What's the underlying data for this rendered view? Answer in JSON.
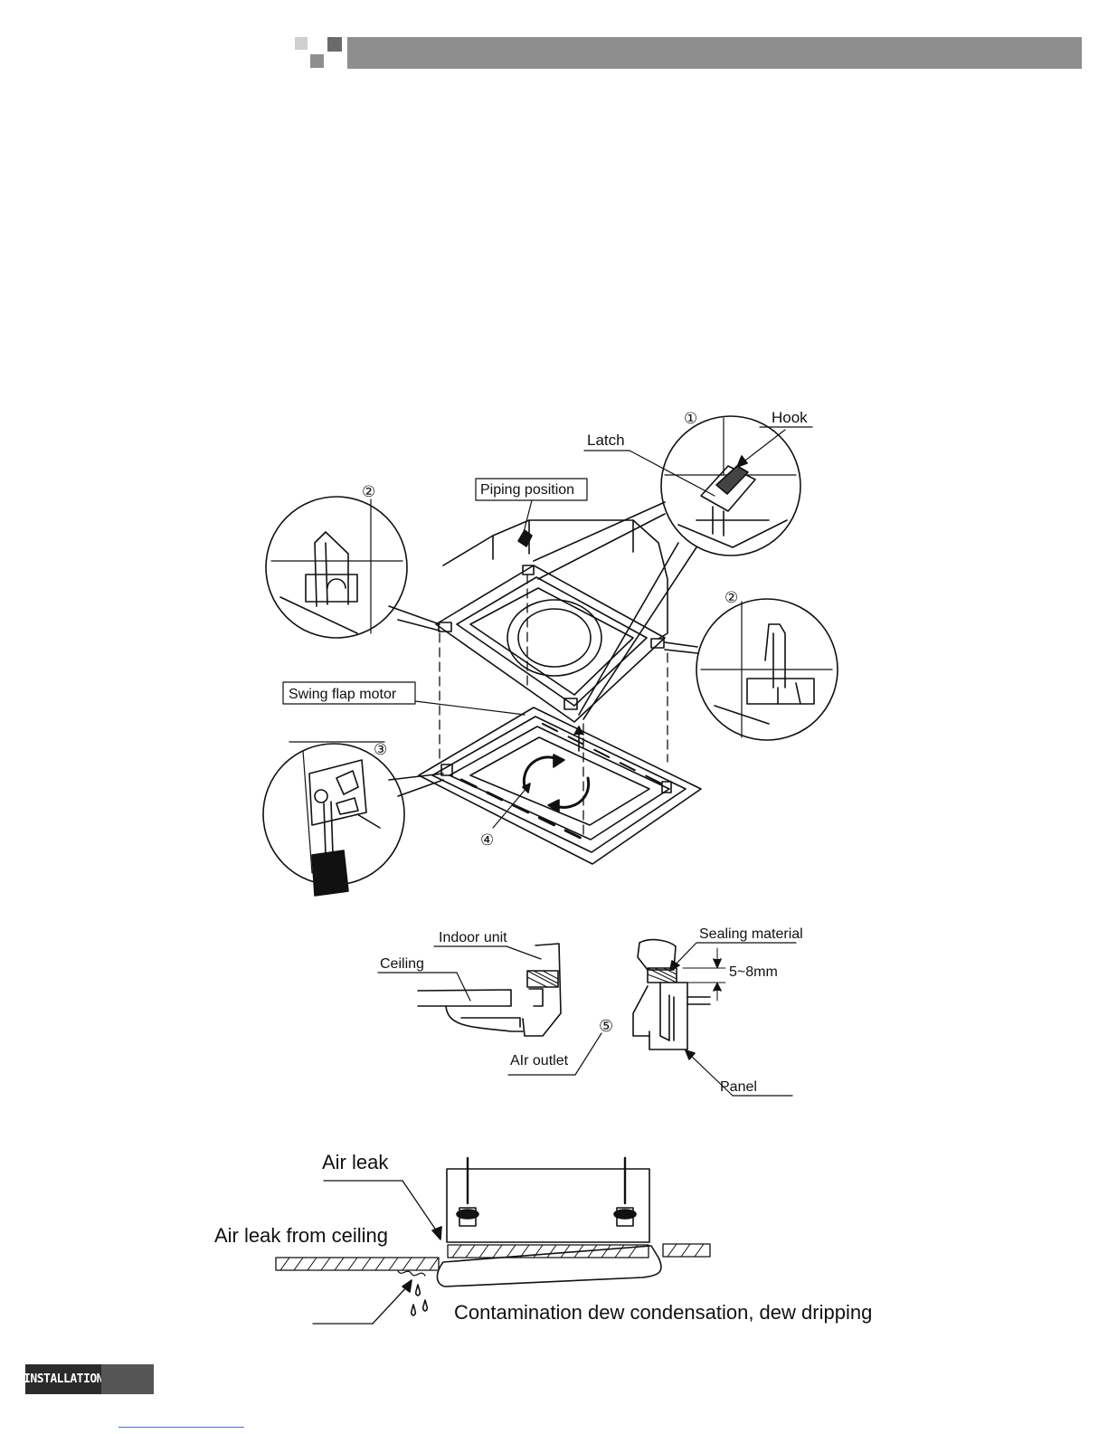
{
  "header": {
    "colors": {
      "bar": "#8e8e8e",
      "square_light": "#cfcfcf",
      "square_dark": "#6b6b6b"
    }
  },
  "figure1": {
    "callout_1": "①",
    "callout_2": "②",
    "callout_3": "③",
    "callout_4": "④",
    "hook": "Hook",
    "latch": "Latch",
    "piping_position": "Piping position",
    "swing_flap_motor": "Swing flap motor"
  },
  "figure2": {
    "indoor_unit": "Indoor unit",
    "ceiling": "Ceiling",
    "sealing_material": "Sealing material",
    "gap": "5~8mm",
    "callout_5": "⑤",
    "air_outlet": "AIr outlet",
    "panel": "Panel"
  },
  "figure3": {
    "air_leak": "Air leak",
    "air_leak_from_ceiling": "Air leak from ceiling",
    "dew": "Contamination dew condensation, dew dripping"
  },
  "footer": {
    "section_tag": "INSTALLATION"
  }
}
